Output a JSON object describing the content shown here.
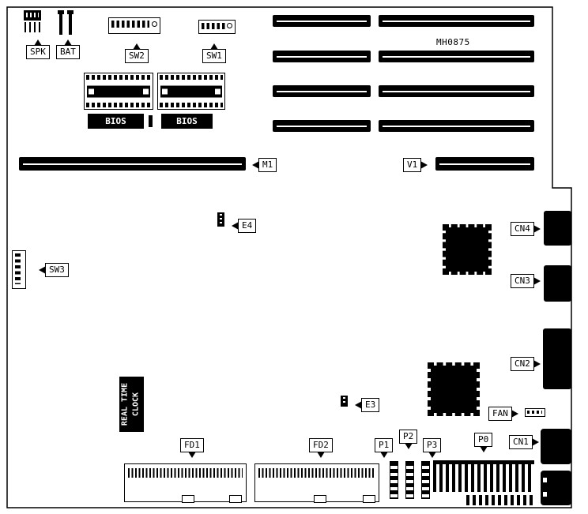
{
  "diagram": {
    "type": "motherboard-layout",
    "part_number": "MH0875"
  },
  "labels": {
    "spk": "SPK",
    "bat": "BAT",
    "sw1": "SW1",
    "sw2": "SW2",
    "sw3": "SW3",
    "bios_left": "BIOS",
    "bios_right": "BIOS",
    "m1": "M1",
    "v1": "V1",
    "e3": "E3",
    "e4": "E4",
    "cn1": "CN1",
    "cn2": "CN2",
    "cn3": "CN3",
    "cn4": "CN4",
    "fan": "FAN",
    "fd1": "FD1",
    "fd2": "FD2",
    "p0": "P0",
    "p1": "P1",
    "p2": "P2",
    "p3": "P3",
    "rtc_line1": "REAL TIME",
    "rtc_line2": "CLOCK"
  }
}
